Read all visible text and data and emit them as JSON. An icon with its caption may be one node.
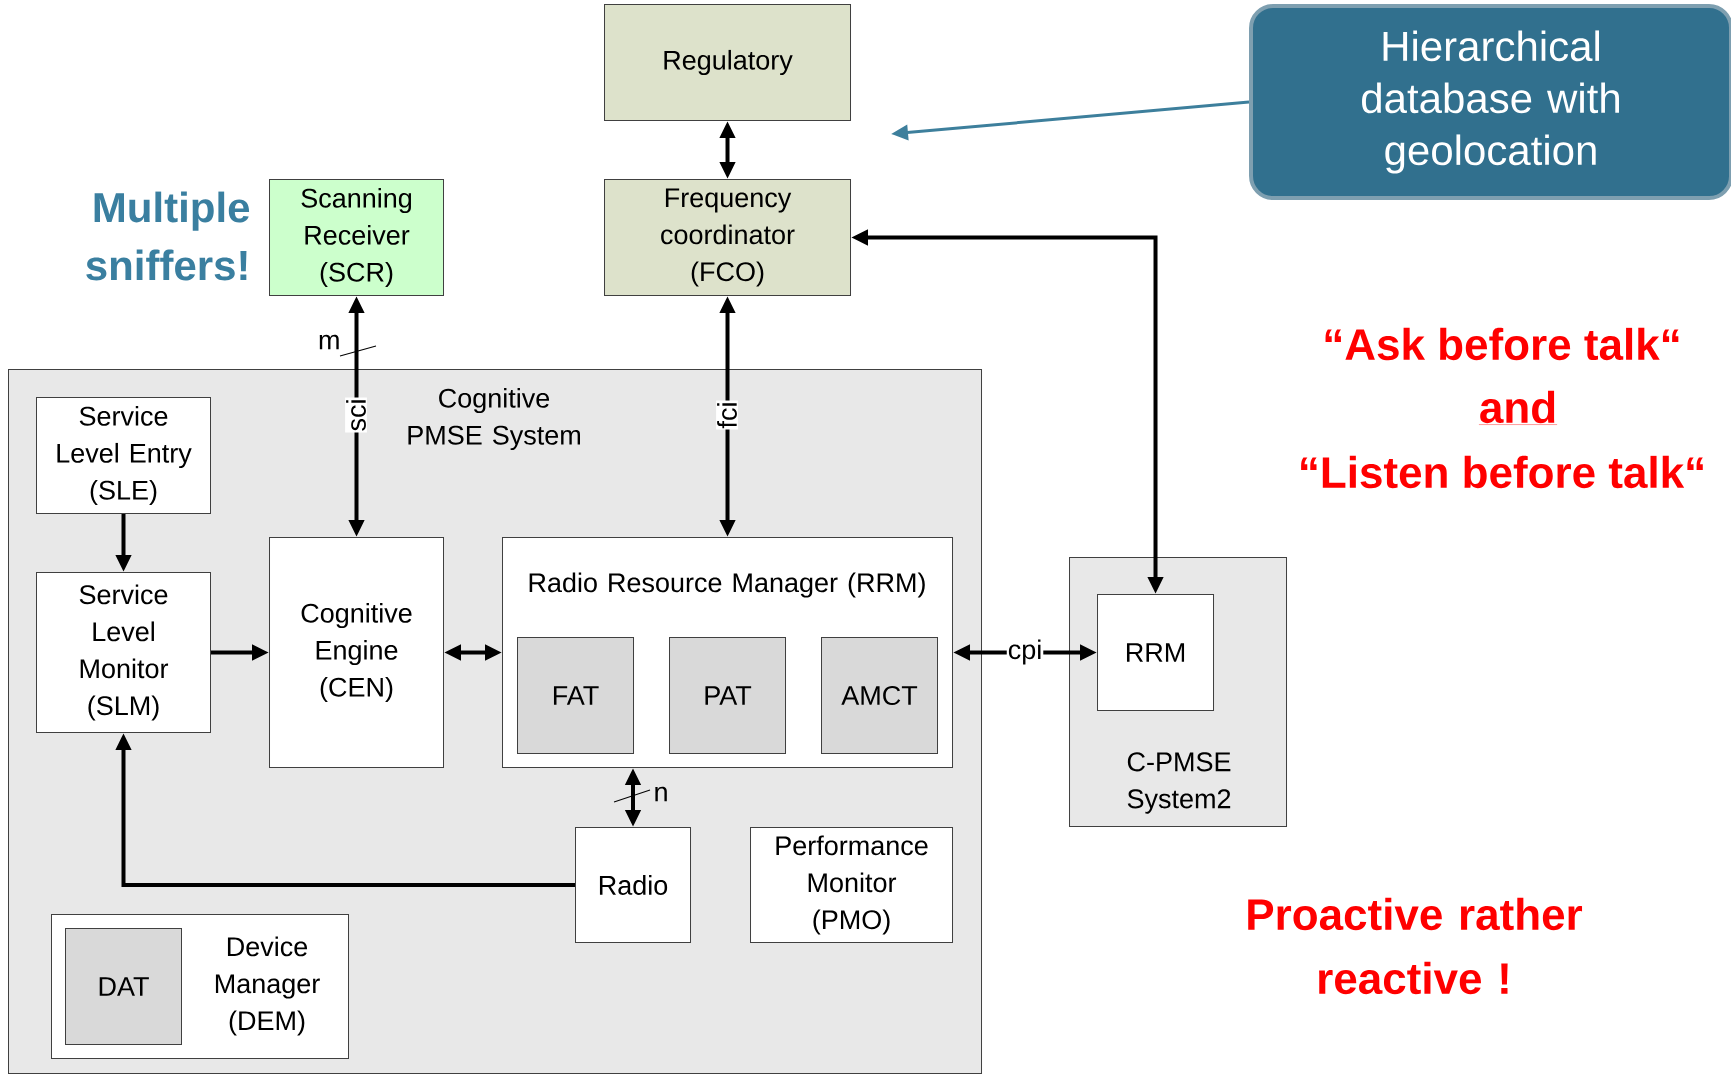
{
  "diagram": {
    "nodes": [
      {
        "text": [
          "Regulatory"
        ]
      },
      {
        "text": [
          "Hierarchical database with geolocation"
        ]
      },
      {
        "text": [
          "Scanning Receiver (SCR)"
        ]
      },
      {
        "text": [
          "Frequency coordinator (FCO)"
        ]
      },
      {
        "text": [
          "Cognitive PMSE System"
        ]
      },
      {
        "text": [
          "Service Level Entry (SLE)"
        ],
        "in": 4
      },
      {
        "text": [
          "Service Level Monitor (SLM)"
        ],
        "in": 4
      },
      {
        "text": [
          "Cognitive Engine (CEN)"
        ],
        "in": 4
      },
      {
        "text": [
          "Radio Resource Manager (RRM)"
        ],
        "in": 4
      },
      {
        "text": [
          "FAT"
        ],
        "in": 8
      },
      {
        "text": [
          "PAT"
        ],
        "in": 8
      },
      {
        "text": [
          "AMCT"
        ],
        "in": 8
      },
      {
        "text": [
          "Radio"
        ],
        "in": 4
      },
      {
        "text": [
          "Performance Monitor (PMO)"
        ],
        "in": 4
      },
      {
        "text": [
          "Device Manager (DEM)"
        ],
        "in": 4
      },
      {
        "text": [
          "DAT"
        ],
        "in": 14
      },
      {
        "text": [
          "C-PMSE System2"
        ]
      },
      {
        "text": [
          "RRM"
        ],
        "in": 16
      }
    ],
    "edges": [
      {
        "from": 0,
        "to": 3,
        "arrow": "both"
      },
      {
        "from": 2,
        "to": 7,
        "arrow": "both",
        "label": "sci"
      },
      {
        "from": 3,
        "to": 8,
        "arrow": "both",
        "label": "fci"
      },
      {
        "from": 3,
        "to": 17,
        "arrow": "both"
      },
      {
        "from": 5,
        "to": 6,
        "arrow": "to"
      },
      {
        "from": 6,
        "to": 7,
        "arrow": "to"
      },
      {
        "from": 7,
        "to": 8,
        "arrow": "both"
      },
      {
        "from": 8,
        "to": 12,
        "arrow": "both"
      },
      {
        "from": 12,
        "to": 6,
        "arrow": "to"
      },
      {
        "from": 8,
        "to": 17,
        "arrow": "both",
        "label": "cpi"
      },
      {
        "from": 1,
        "to": null,
        "arrow": "to",
        "color": "#3d7f9c"
      }
    ],
    "labels": [
      "Multiple sniffers!",
      "m",
      "n",
      "“Ask before talk“",
      "and",
      "“Listen before talk“",
      "Proactive rather reactive !"
    ]
  }
}
